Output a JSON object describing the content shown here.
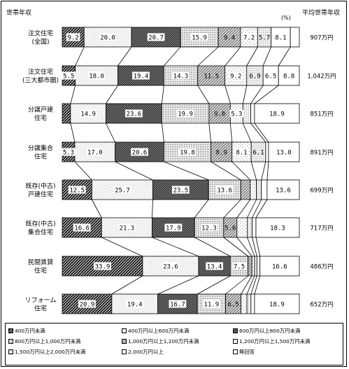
{
  "header": {
    "left_label": "世帯年収",
    "unit": "(%)",
    "right_label": "平均世帯年収"
  },
  "chart_data": {
    "type": "bar",
    "orientation": "horizontal",
    "stacked": true,
    "percent": true,
    "xlim": [
      0,
      100
    ],
    "categories": [
      "注文住宅\n(全国)",
      "注文住宅\n(三大都市圏)",
      "分譲戸建\n住宅",
      "分譲集合\n住宅",
      "既存(中古)\n戸建住宅",
      "既存(中古)\n集合住宅",
      "民間賃貸\n住宅",
      "リフォーム\n住宅"
    ],
    "averages": [
      "907万円",
      "1,042万円",
      "851万円",
      "891万円",
      "699万円",
      "717万円",
      "486万円",
      "652万円"
    ],
    "series": [
      {
        "name": "400万円未満",
        "values": [
          9.2,
          5.5,
          3.5,
          5.3,
          12.5,
          16.6,
          33.9,
          20.9
        ]
      },
      {
        "name": "400万円以上600万円未満",
        "values": [
          20.0,
          18.0,
          14.9,
          17.0,
          25.7,
          21.3,
          23.6,
          19.4
        ]
      },
      {
        "name": "600万円以上800万円未満",
        "values": [
          20.7,
          19.4,
          23.6,
          20.6,
          23.5,
          17.9,
          13.4,
          16.7
        ]
      },
      {
        "name": "800万円以上1,000万円未満",
        "values": [
          15.9,
          14.3,
          19.9,
          19.8,
          13.6,
          12.3,
          7.5,
          11.9
        ]
      },
      {
        "name": "1,000万円以上1,200万円未満",
        "values": [
          9.4,
          11.5,
          9.0,
          8.9,
          4.0,
          5.6,
          1.6,
          6.5
        ]
      },
      {
        "name": "1,200万円以上1,500万円未満",
        "values": [
          7.2,
          9.2,
          5.3,
          8.1,
          2.6,
          4.3,
          1.1,
          2.5
        ]
      },
      {
        "name": "1,500万円以上2,000万円未満",
        "values": [
          5.7,
          6.9,
          3.3,
          6.1,
          2.1,
          2.1,
          1.0,
          1.7
        ]
      },
      {
        "name": "2,000万円以上",
        "values": [
          8.1,
          6.5,
          1.6,
          1.2,
          2.4,
          1.6,
          1.3,
          1.5
        ]
      },
      {
        "name": "無回答",
        "values": [
          3.8,
          8.8,
          18.9,
          13.0,
          13.6,
          18.3,
          16.6,
          18.9
        ]
      }
    ],
    "shown_labels": [
      [
        "9.2",
        "20.0",
        "20.7",
        "15.9",
        "9.4",
        "7.2",
        "5.7",
        "8.1",
        ""
      ],
      [
        "5.5",
        "18.0",
        "19.4",
        "14.3",
        "11.5",
        "9.2",
        "6.9",
        "6.5",
        "8.8"
      ],
      [
        "",
        "14.9",
        "23.6",
        "19.9",
        "9.0",
        "5.3",
        "",
        "",
        "18.9"
      ],
      [
        "5.3",
        "17.0",
        "20.6",
        "19.8",
        "8.9",
        "8.1",
        "6.1",
        "",
        "13.0"
      ],
      [
        "12.5",
        "25.7",
        "23.5",
        "13.6",
        "",
        "",
        "",
        "",
        "13.6"
      ],
      [
        "16.6",
        "21.3",
        "17.9",
        "12.3",
        "5.6",
        "",
        "",
        "",
        "18.3"
      ],
      [
        "33.9",
        "23.6",
        "13.4",
        "7.5",
        "",
        "",
        "",
        "",
        "16.6"
      ],
      [
        "20.9",
        "19.4",
        "16.7",
        "11.9",
        "6.5",
        "",
        "",
        "",
        "18.9"
      ]
    ],
    "patterns": [
      "black-diagonal",
      "light-dots",
      "black-check",
      "fine-dots",
      "diagonal-hatch",
      "sparse-dots",
      "light-dots-gray",
      "white",
      "white"
    ]
  }
}
